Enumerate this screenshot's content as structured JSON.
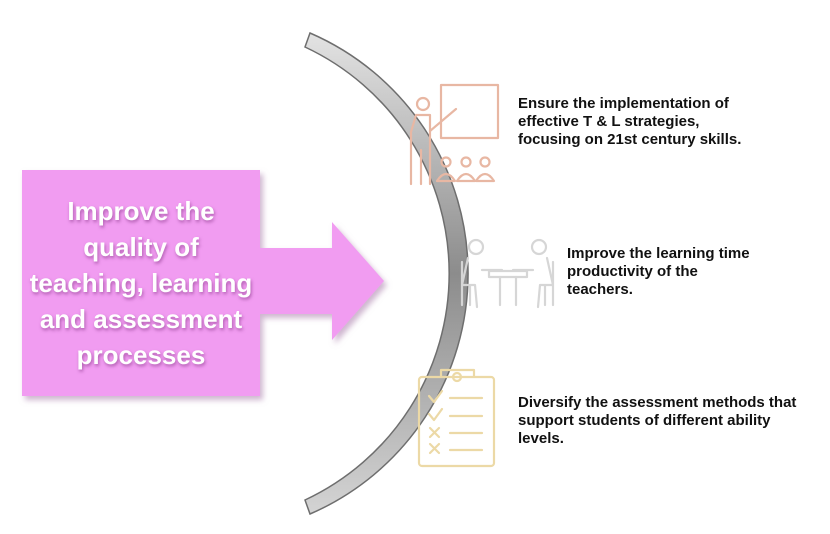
{
  "main_statement": "Improve the quality of teaching, learning and assessment processes",
  "goals": [
    {
      "text": "Ensure the implementation of effective T & L strategies, focusing on 21st century skills.",
      "icon": "teacher-presenting-icon"
    },
    {
      "text": "Improve the learning time productivity of the teachers.",
      "icon": "meeting-table-icon"
    },
    {
      "text": "Diversify the assessment methods that support students of different ability levels.",
      "icon": "checklist-clipboard-icon"
    }
  ],
  "colors": {
    "arrow_fill": "#f19cf1",
    "arrow_shadow": "#c79bc8",
    "arc_light": "#d8d8d8",
    "arc_dark": "#8a8a8a",
    "icon_1": "#e8b7a3",
    "icon_2": "#d4d4d4",
    "icon_3": "#ecd9a6"
  }
}
